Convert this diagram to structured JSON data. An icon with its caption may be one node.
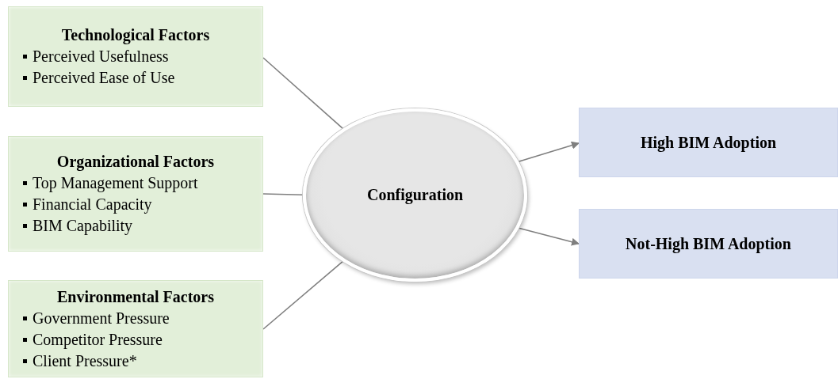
{
  "diagram": {
    "nodes": [
      {
        "text": [
          "Technological Factors",
          "Perceived Usefulness",
          "Perceived Ease of Use"
        ]
      },
      {
        "text": [
          "Organizational Factors",
          "Top Management Support",
          "Financial Capacity",
          "BIM Capability"
        ]
      },
      {
        "text": [
          "Environmental Factors",
          "Government Pressure",
          "Competitor Pressure",
          "Client Pressure*"
        ]
      },
      {
        "text": [
          "Configuration"
        ]
      },
      {
        "text": [
          "High BIM Adoption"
        ]
      },
      {
        "text": [
          "Not-High BIM Adoption"
        ]
      }
    ],
    "edges": [
      {
        "from": 0,
        "to": 3,
        "arrow": "none"
      },
      {
        "from": 1,
        "to": 3,
        "arrow": "none"
      },
      {
        "from": 2,
        "to": 3,
        "arrow": "none"
      },
      {
        "from": 3,
        "to": 4,
        "arrow": "to"
      },
      {
        "from": 3,
        "to": 5,
        "arrow": "to"
      }
    ]
  }
}
